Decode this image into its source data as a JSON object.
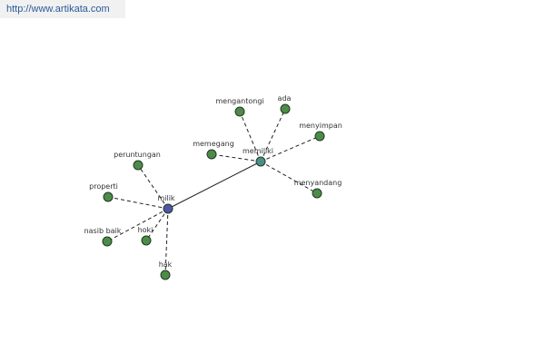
{
  "watermark": {
    "url_text": "http://www.artikata.com"
  },
  "colors": {
    "link": "#2a5a9a",
    "leaf_node": "#4e8b4a",
    "hub_milik": "#4f56a8",
    "hub_memiliki": "#4e8c8a",
    "node_stroke": "#1e3b1e",
    "edge": "#222222",
    "label": "#333333"
  },
  "graph": {
    "nodes": [
      {
        "id": "milik",
        "label": "milik",
        "kind": "hub_milik"
      },
      {
        "id": "memiliki",
        "label": "memiliki",
        "kind": "hub_memiliki"
      },
      {
        "id": "mengantongi",
        "label": "mengantongi",
        "kind": "leaf"
      },
      {
        "id": "ada",
        "label": "ada",
        "kind": "leaf"
      },
      {
        "id": "menyimpan",
        "label": "menyimpan",
        "kind": "leaf"
      },
      {
        "id": "memegang",
        "label": "memegang",
        "kind": "leaf"
      },
      {
        "id": "menyandang",
        "label": "menyandang",
        "kind": "leaf"
      },
      {
        "id": "peruntungan",
        "label": "peruntungan",
        "kind": "leaf"
      },
      {
        "id": "properti",
        "label": "properti",
        "kind": "leaf"
      },
      {
        "id": "nasib-baik",
        "label": "nasib baik",
        "kind": "leaf"
      },
      {
        "id": "hoki",
        "label": "hoki",
        "kind": "leaf"
      },
      {
        "id": "hak",
        "label": "hak",
        "kind": "leaf"
      }
    ],
    "edges": [
      {
        "from": "milik",
        "to": "memiliki",
        "style": "solid"
      },
      {
        "from": "memiliki",
        "to": "mengantongi",
        "style": "dashed"
      },
      {
        "from": "memiliki",
        "to": "ada",
        "style": "dashed"
      },
      {
        "from": "memiliki",
        "to": "menyimpan",
        "style": "dashed"
      },
      {
        "from": "memiliki",
        "to": "memegang",
        "style": "dashed"
      },
      {
        "from": "memiliki",
        "to": "menyandang",
        "style": "dashed"
      },
      {
        "from": "milik",
        "to": "peruntungan",
        "style": "dashed"
      },
      {
        "from": "milik",
        "to": "properti",
        "style": "dashed"
      },
      {
        "from": "milik",
        "to": "nasib-baik",
        "style": "dashed"
      },
      {
        "from": "milik",
        "to": "hoki",
        "style": "dashed"
      },
      {
        "from": "milik",
        "to": "hak",
        "style": "dashed"
      }
    ]
  }
}
